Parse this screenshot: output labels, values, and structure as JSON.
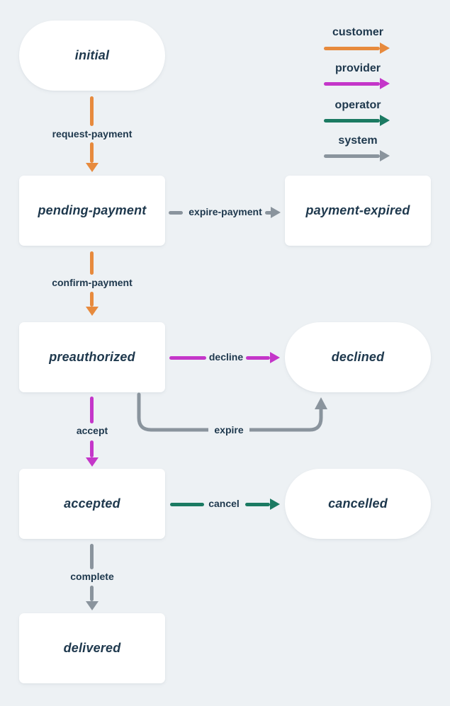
{
  "page": {
    "background_color": "#EDF1F4",
    "text_color": "#1E384D",
    "node_color": "#FFFFFF"
  },
  "legend": {
    "items": [
      {
        "label": "customer",
        "color": "#E78A3D"
      },
      {
        "label": "provider",
        "color": "#C436C9"
      },
      {
        "label": "operator",
        "color": "#1B7A62"
      },
      {
        "label": "system",
        "color": "#8A949D"
      }
    ]
  },
  "states": {
    "initial": {
      "label": "initial",
      "shape": "pill"
    },
    "pending_payment": {
      "label": "pending-payment",
      "shape": "rect"
    },
    "payment_expired": {
      "label": "payment-expired",
      "shape": "rect"
    },
    "preauthorized": {
      "label": "preauthorized",
      "shape": "rect"
    },
    "declined": {
      "label": "declined",
      "shape": "pill"
    },
    "accepted": {
      "label": "accepted",
      "shape": "rect"
    },
    "cancelled": {
      "label": "cancelled",
      "shape": "pill"
    },
    "delivered": {
      "label": "delivered",
      "shape": "rect"
    }
  },
  "transitions": {
    "request_payment": {
      "label": "request-payment",
      "actor": "customer",
      "from": "initial",
      "to": "pending-payment"
    },
    "expire_payment": {
      "label": "expire-payment",
      "actor": "system",
      "from": "pending-payment",
      "to": "payment-expired"
    },
    "confirm_payment": {
      "label": "confirm-payment",
      "actor": "customer",
      "from": "pending-payment",
      "to": "preauthorized"
    },
    "decline": {
      "label": "decline",
      "actor": "provider",
      "from": "preauthorized",
      "to": "declined"
    },
    "expire": {
      "label": "expire",
      "actor": "system",
      "from": "preauthorized",
      "to": "declined"
    },
    "accept": {
      "label": "accept",
      "actor": "provider",
      "from": "preauthorized",
      "to": "accepted"
    },
    "cancel": {
      "label": "cancel",
      "actor": "operator",
      "from": "accepted",
      "to": "cancelled"
    },
    "complete": {
      "label": "complete",
      "actor": "system",
      "from": "accepted",
      "to": "delivered"
    }
  }
}
